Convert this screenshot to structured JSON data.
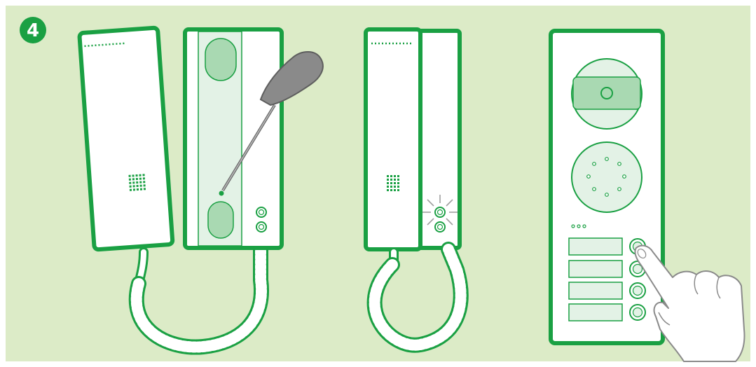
{
  "step": {
    "number": "4"
  },
  "colors": {
    "background": "#dcebc7",
    "green": "#1aa043",
    "light_green": "#a9d9b2",
    "pale_green": "#e3f2e6",
    "white": "#ffffff",
    "grey": "#8a8a8a",
    "grey_dark": "#5e5e5e",
    "skin_outline": "#8a8a8a"
  },
  "scene": {
    "panels": [
      {
        "name": "handset-lifted",
        "description_icon": "handset-icon"
      },
      {
        "name": "intercom-base-adjusted",
        "description_icon": "screwdriver-icon"
      },
      {
        "name": "intercom-indicator-lit",
        "description_icon": "light-indicator-icon"
      },
      {
        "name": "door-station-press",
        "description_icon": "hand-pointer-icon"
      }
    ],
    "call_buttons_count": 4
  }
}
